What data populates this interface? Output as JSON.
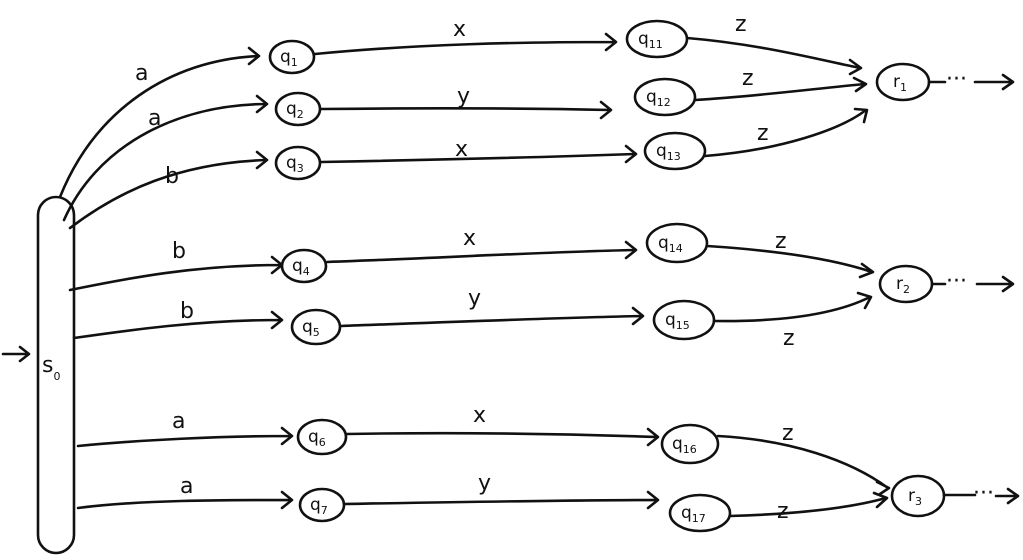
{
  "start": {
    "label": "s",
    "sub": "0"
  },
  "q_states": [
    {
      "id": "q1",
      "label": "q",
      "sub": "1"
    },
    {
      "id": "q2",
      "label": "q",
      "sub": "2"
    },
    {
      "id": "q3",
      "label": "q",
      "sub": "3"
    },
    {
      "id": "q4",
      "label": "q",
      "sub": "4"
    },
    {
      "id": "q5",
      "label": "q",
      "sub": "5"
    },
    {
      "id": "q6",
      "label": "q",
      "sub": "6"
    },
    {
      "id": "q7",
      "label": "q",
      "sub": "7"
    }
  ],
  "q1x_states": [
    {
      "id": "q11",
      "label": "q",
      "sub": "11"
    },
    {
      "id": "q12",
      "label": "q",
      "sub": "12"
    },
    {
      "id": "q13",
      "label": "q",
      "sub": "13"
    },
    {
      "id": "q14",
      "label": "q",
      "sub": "14"
    },
    {
      "id": "q15",
      "label": "q",
      "sub": "15"
    },
    {
      "id": "q16",
      "label": "q",
      "sub": "16"
    },
    {
      "id": "q17",
      "label": "q",
      "sub": "17"
    }
  ],
  "r_states": [
    {
      "id": "r1",
      "label": "r",
      "sub": "1"
    },
    {
      "id": "r2",
      "label": "r",
      "sub": "2"
    },
    {
      "id": "r3",
      "label": "r",
      "sub": "3"
    }
  ],
  "first_labels": [
    "a",
    "a",
    "b",
    "b",
    "b",
    "a",
    "a"
  ],
  "second_labels": [
    "x",
    "y",
    "x",
    "x",
    "y",
    "x",
    "y"
  ],
  "third_labels": [
    "z",
    "z",
    "z",
    "z",
    "z",
    "z",
    "z"
  ],
  "continuation": "···"
}
